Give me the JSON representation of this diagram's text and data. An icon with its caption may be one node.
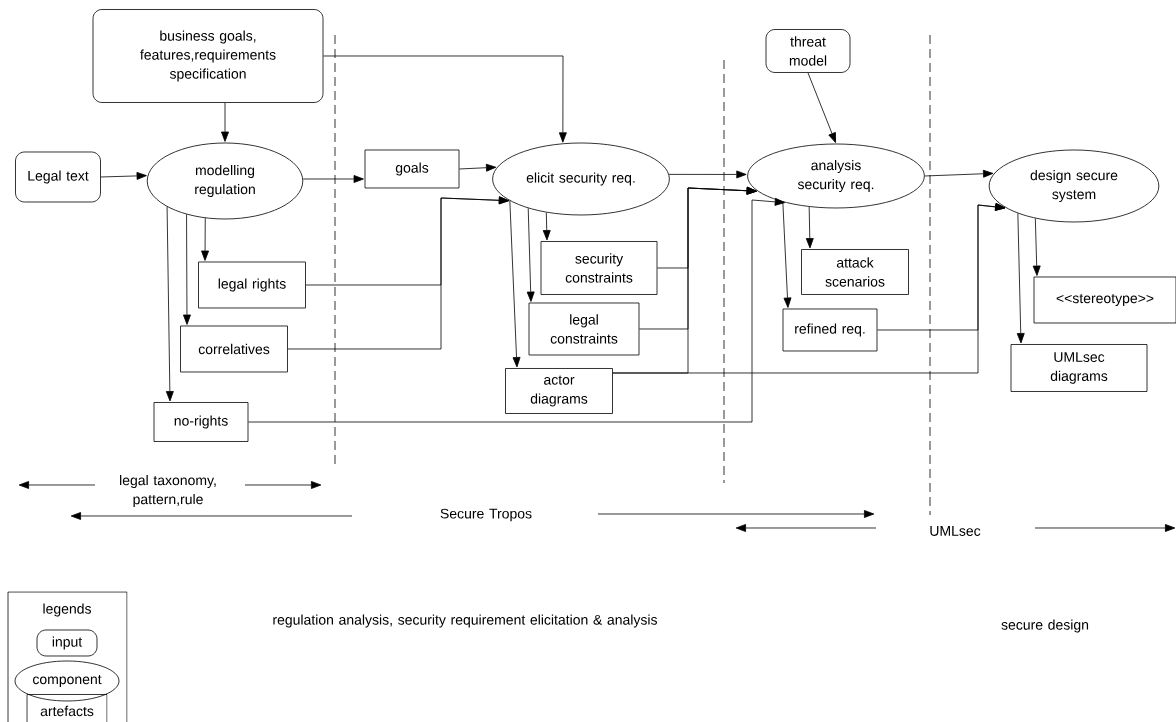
{
  "diagram": {
    "nodes": [
      {
        "text": [
          "business goals, features,requirements specification"
        ]
      },
      {
        "text": [
          "threat model"
        ]
      },
      {
        "text": [
          "Legal text"
        ]
      },
      {
        "text": [
          "modelling regulation"
        ]
      },
      {
        "text": [
          "goals"
        ]
      },
      {
        "text": [
          "elicit security req."
        ]
      },
      {
        "text": [
          "analysis security req."
        ]
      },
      {
        "text": [
          "design secure system"
        ]
      },
      {
        "text": [
          "legal rights"
        ]
      },
      {
        "text": [
          "security constraints"
        ]
      },
      {
        "text": [
          "attack scenarios"
        ]
      },
      {
        "text": [
          "legal constraints"
        ]
      },
      {
        "text": [
          "correlatives"
        ]
      },
      {
        "text": [
          "refined req."
        ]
      },
      {
        "text": [
          "<<stereotype>>"
        ]
      },
      {
        "text": [
          "actor diagrams"
        ]
      },
      {
        "text": [
          "UMLsec diagrams"
        ]
      },
      {
        "text": [
          "no-rights"
        ]
      }
    ],
    "edges": [
      {
        "from": 0,
        "to": 3,
        "arrow": "to"
      },
      {
        "from": 0,
        "to": 5,
        "arrow": "to"
      },
      {
        "from": 2,
        "to": 3,
        "arrow": "to"
      },
      {
        "from": 3,
        "to": 4,
        "arrow": "to"
      },
      {
        "from": 4,
        "to": 5,
        "arrow": "to"
      },
      {
        "from": 5,
        "to": 6,
        "arrow": "to"
      },
      {
        "from": 6,
        "to": 7,
        "arrow": "to"
      },
      {
        "from": 3,
        "to": 8,
        "arrow": "to"
      },
      {
        "from": 3,
        "to": 12,
        "arrow": "to"
      },
      {
        "from": 3,
        "to": 17,
        "arrow": "to"
      },
      {
        "from": 8,
        "to": 5,
        "arrow": "to"
      },
      {
        "from": 12,
        "to": 5,
        "arrow": "to"
      },
      {
        "from": 5,
        "to": 9,
        "arrow": "to"
      },
      {
        "from": 5,
        "to": 11,
        "arrow": "to"
      },
      {
        "from": 5,
        "to": 15,
        "arrow": "to"
      },
      {
        "from": 9,
        "to": 6,
        "arrow": "to"
      },
      {
        "from": 11,
        "to": 6,
        "arrow": "to"
      },
      {
        "from": 15,
        "to": 6,
        "arrow": "to"
      },
      {
        "from": 15,
        "to": 7,
        "arrow": "to"
      },
      {
        "from": 17,
        "to": 6,
        "arrow": "to"
      },
      {
        "from": 6,
        "to": 10,
        "arrow": "to"
      },
      {
        "from": 6,
        "to": 13,
        "arrow": "to"
      },
      {
        "from": 13,
        "to": 7,
        "arrow": "to"
      },
      {
        "from": 7,
        "to": 14,
        "arrow": "to"
      },
      {
        "from": 7,
        "to": 16,
        "arrow": "to"
      },
      {
        "from": 1,
        "to": 6,
        "arrow": "to"
      }
    ],
    "labels": [
      "legal taxonomy, pattern,rule",
      "Secure Tropos",
      "UMLsec",
      "legends",
      "regulation analysis, security requirement elicitation & analysis",
      "secure design"
    ],
    "legend": [
      {
        "text": "input"
      },
      {
        "text": "component"
      },
      {
        "text": "artefacts"
      }
    ]
  }
}
